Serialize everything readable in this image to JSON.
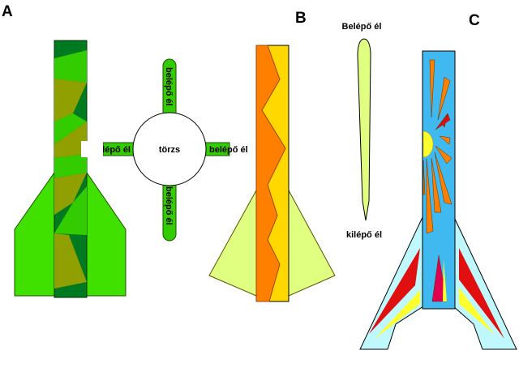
{
  "labels": {
    "panel_a": "A",
    "panel_b": "B",
    "panel_c": "C",
    "fuselage": "törzs",
    "fin_top": "belépő él",
    "fin_bottom": "belépő él",
    "fin_left": "belépő él",
    "fin_right": "belépő él",
    "leading_edge": "Belépő él",
    "trailing_edge": "kilépő él"
  },
  "colors": {
    "dark_green": "#007a20",
    "mid_green": "#33cc00",
    "bright_green": "#40e000",
    "olive": "#8fa000",
    "pale_yellow_green": "#e0ff80",
    "orange": "#ff8000",
    "gold": "#ffd800",
    "sky_blue": "#40b8f0",
    "pale_cyan": "#c0f8ff",
    "red": "#e01010",
    "yellow": "#ffff30",
    "crimson": "#e00050"
  }
}
